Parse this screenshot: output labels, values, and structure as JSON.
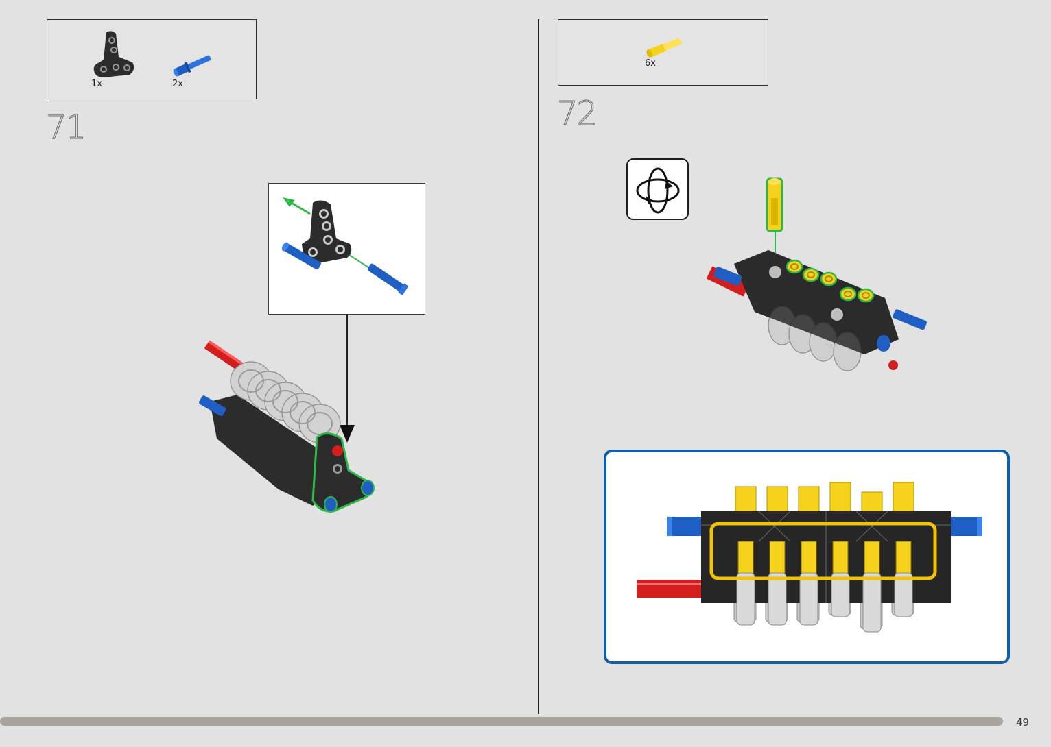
{
  "left_step": {
    "number": "71",
    "parts": [
      {
        "name": "black-t-beam",
        "quantity": "1x",
        "color": "#2a2a2a"
      },
      {
        "name": "blue-axle-pin",
        "quantity": "2x",
        "color": "#1f5fc4"
      }
    ]
  },
  "right_step": {
    "number": "72",
    "parts": [
      {
        "name": "yellow-friction-pin",
        "quantity": "6x",
        "color": "#f5d31c"
      }
    ]
  },
  "icons": {
    "rotate": "rotate-model-icon",
    "arrow_down": "arrow-down-icon",
    "arrow_insert": "insert-arrow-icon"
  },
  "colors": {
    "frame_blue": "#0e5ea8",
    "highlight_yellow": "#f4c300",
    "highlight_green": "#2fb84a",
    "axle_red": "#d41d1d"
  },
  "page_number": "49"
}
